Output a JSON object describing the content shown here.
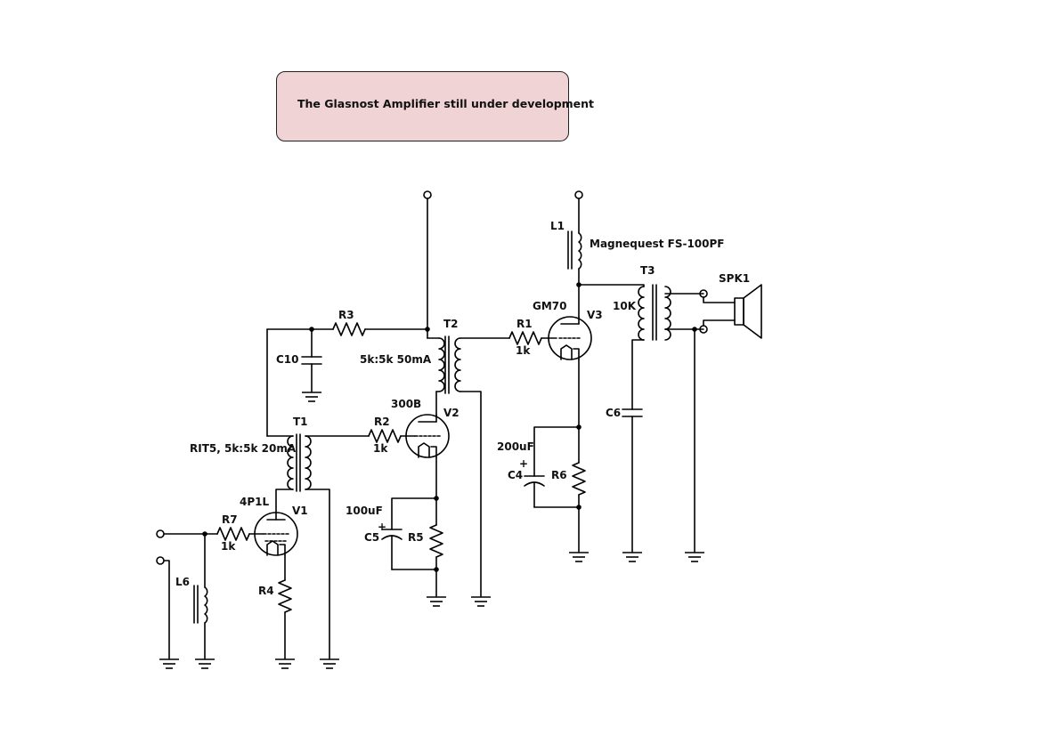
{
  "note": {
    "text": "The Glasnost Amplifier still under development"
  },
  "labels": {
    "t2": "T2",
    "t2_spec": "5k:5k 50mA",
    "t1": "T1",
    "t1_spec": "RIT5, 5k:5k 20mA",
    "t3": "T3",
    "t3_spec": "10K",
    "l1": "L1",
    "l1_spec": "Magnequest FS-100PF",
    "l6": "L6",
    "spk1": "SPK1",
    "r1": "R1",
    "r1_val": "1k",
    "r2": "R2",
    "r2_val": "1k",
    "r3": "R3",
    "r4": "R4",
    "r5": "R5",
    "r6": "R6",
    "r7": "R7",
    "r7_val": "1k",
    "c4": "C4",
    "c4_val": "200uF",
    "c5": "C5",
    "c5_val": "100uF",
    "c6": "C6",
    "c10": "C10",
    "v1": "V1",
    "v1_type": "4P1L",
    "v2": "V2",
    "v2_type": "300B",
    "v3": "V3",
    "v3_type": "GM70",
    "plus": "+"
  }
}
